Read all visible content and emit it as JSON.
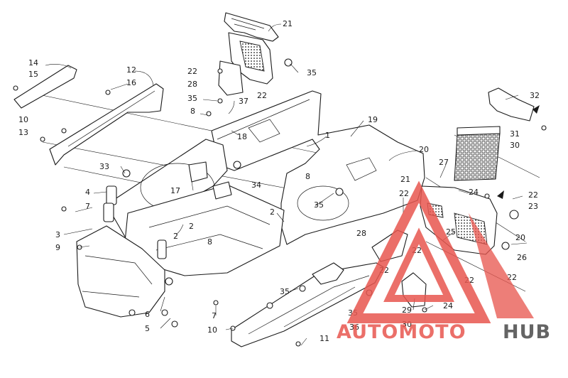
{
  "diagram": {
    "callouts": [
      {
        "id": "c21a",
        "text": "21"
      },
      {
        "id": "c22a",
        "text": "22"
      },
      {
        "id": "c35a",
        "text": "35"
      },
      {
        "id": "c28a",
        "text": "28"
      },
      {
        "id": "c22b",
        "text": "22"
      },
      {
        "id": "c14",
        "text": "14"
      },
      {
        "id": "c15",
        "text": "15"
      },
      {
        "id": "c12",
        "text": "12"
      },
      {
        "id": "c16",
        "text": "16"
      },
      {
        "id": "c35b",
        "text": "35"
      },
      {
        "id": "c37",
        "text": "37"
      },
      {
        "id": "c8a",
        "text": "8"
      },
      {
        "id": "c18",
        "text": "18"
      },
      {
        "id": "c10a",
        "text": "10"
      },
      {
        "id": "c13",
        "text": "13"
      },
      {
        "id": "c19",
        "text": "19"
      },
      {
        "id": "c1",
        "text": "1"
      },
      {
        "id": "c32",
        "text": "32"
      },
      {
        "id": "c31",
        "text": "31"
      },
      {
        "id": "c30a",
        "text": "30"
      },
      {
        "id": "c20a",
        "text": "20"
      },
      {
        "id": "c27",
        "text": "27"
      },
      {
        "id": "c21b",
        "text": "21"
      },
      {
        "id": "c33",
        "text": "33"
      },
      {
        "id": "c8b",
        "text": "8"
      },
      {
        "id": "c17",
        "text": "17"
      },
      {
        "id": "c34",
        "text": "34"
      },
      {
        "id": "c4",
        "text": "4"
      },
      {
        "id": "c22c",
        "text": "22"
      },
      {
        "id": "c24a",
        "text": "24"
      },
      {
        "id": "c22d",
        "text": "22"
      },
      {
        "id": "c23",
        "text": "23"
      },
      {
        "id": "c7a",
        "text": "7"
      },
      {
        "id": "c35c",
        "text": "35"
      },
      {
        "id": "c2a",
        "text": "2"
      },
      {
        "id": "c2b",
        "text": "2"
      },
      {
        "id": "c25",
        "text": "25"
      },
      {
        "id": "c20b",
        "text": "20"
      },
      {
        "id": "c3",
        "text": "3"
      },
      {
        "id": "c2c",
        "text": "2"
      },
      {
        "id": "c28b",
        "text": "28"
      },
      {
        "id": "c8c",
        "text": "8"
      },
      {
        "id": "c9",
        "text": "9"
      },
      {
        "id": "c22e",
        "text": "22"
      },
      {
        "id": "c26",
        "text": "26"
      },
      {
        "id": "c22f",
        "text": "22"
      },
      {
        "id": "c22g",
        "text": "22"
      },
      {
        "id": "c22h",
        "text": "22"
      },
      {
        "id": "c35d",
        "text": "35"
      },
      {
        "id": "c6",
        "text": "6"
      },
      {
        "id": "c7b",
        "text": "7"
      },
      {
        "id": "c24b",
        "text": "24"
      },
      {
        "id": "c29",
        "text": "29"
      },
      {
        "id": "c5",
        "text": "5"
      },
      {
        "id": "c35e",
        "text": "35"
      },
      {
        "id": "c30b",
        "text": "30"
      },
      {
        "id": "c10b",
        "text": "10"
      },
      {
        "id": "c36",
        "text": "36"
      },
      {
        "id": "c11",
        "text": "11"
      }
    ]
  },
  "watermark": {
    "part1": "AUTOMOTO",
    "part2": "HUB",
    "color_primary": "#e8574f",
    "color_secondary": "#4a4a4a"
  }
}
